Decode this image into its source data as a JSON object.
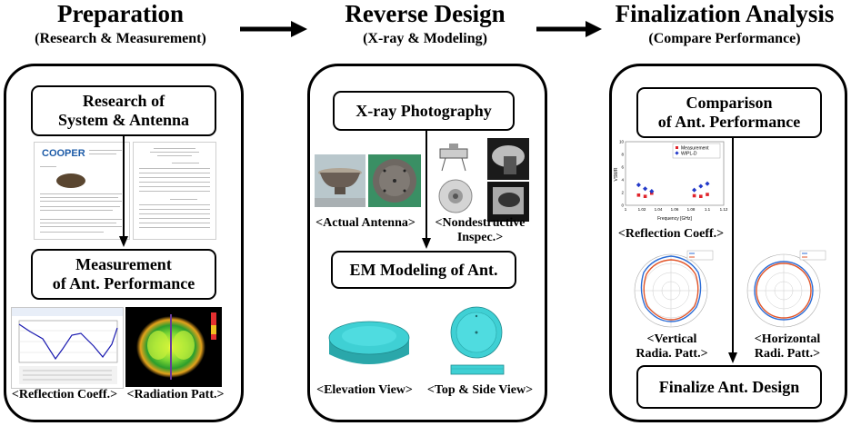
{
  "stages": [
    {
      "title": "Preparation",
      "subtitle": "(Research & Measurement)"
    },
    {
      "title": "Reverse Design",
      "subtitle": "(X-ray & Modeling)"
    },
    {
      "title": "Finalization Analysis",
      "subtitle": "(Compare Performance)"
    }
  ],
  "panel1": {
    "box_research": "Research of\nSystem & Antenna",
    "box_measurement": "Measurement\nof Ant. Performance",
    "cap_reflection": "<Reflection Coeff.>",
    "cap_radiation": "<Radiation Patt.>",
    "doc_logo": "COOPER"
  },
  "panel2": {
    "box_xray": "X-ray Photography",
    "box_em": "EM Modeling of Ant.",
    "cap_actual": "<Actual Antenna>",
    "cap_nondestructive": "<Nondestructive\nInspec.>",
    "cap_elevation": "<Elevation View>",
    "cap_topside": "<Top & Side View>"
  },
  "panel3": {
    "box_comparison": "Comparison\nof Ant. Performance",
    "box_finalize": "Finalize Ant. Design",
    "cap_reflection": "<Reflection Coeff.>",
    "cap_vertical": "<Vertical\nRadia. Patt.>",
    "cap_horizontal": "<Horizontal\nRadi. Patt.>",
    "legend": [
      "Measurement",
      "WIPL-D"
    ],
    "xlabel": "Frequency [GHz]",
    "ylabel": "VSWR"
  },
  "chart_data": {
    "type": "scatter",
    "title": "",
    "xlabel": "Frequency [GHz]",
    "ylabel": "VSWR",
    "xlim": [
      1,
      1.12
    ],
    "ylim": [
      0,
      10
    ],
    "x_ticks": [
      "1",
      "1.02",
      "1.04",
      "1.06",
      "1.08",
      "1.1",
      "1.12"
    ],
    "y_ticks": [
      "0",
      "2",
      "4",
      "6",
      "8",
      "10"
    ],
    "series": [
      {
        "name": "Measurement",
        "color": "#e0242b",
        "x": [
          1.016,
          1.024,
          1.032,
          1.084,
          1.092,
          1.1
        ],
        "y": [
          1.6,
          1.4,
          1.9,
          1.5,
          1.4,
          1.7
        ]
      },
      {
        "name": "WIPL-D",
        "color": "#2339c9",
        "x": [
          1.016,
          1.024,
          1.032,
          1.084,
          1.092,
          1.1
        ],
        "y": [
          3.2,
          2.6,
          2.2,
          2.4,
          3.0,
          3.4
        ]
      }
    ]
  },
  "colors": {
    "cyan_model": "#33c2c6",
    "arrow": "#000000"
  }
}
